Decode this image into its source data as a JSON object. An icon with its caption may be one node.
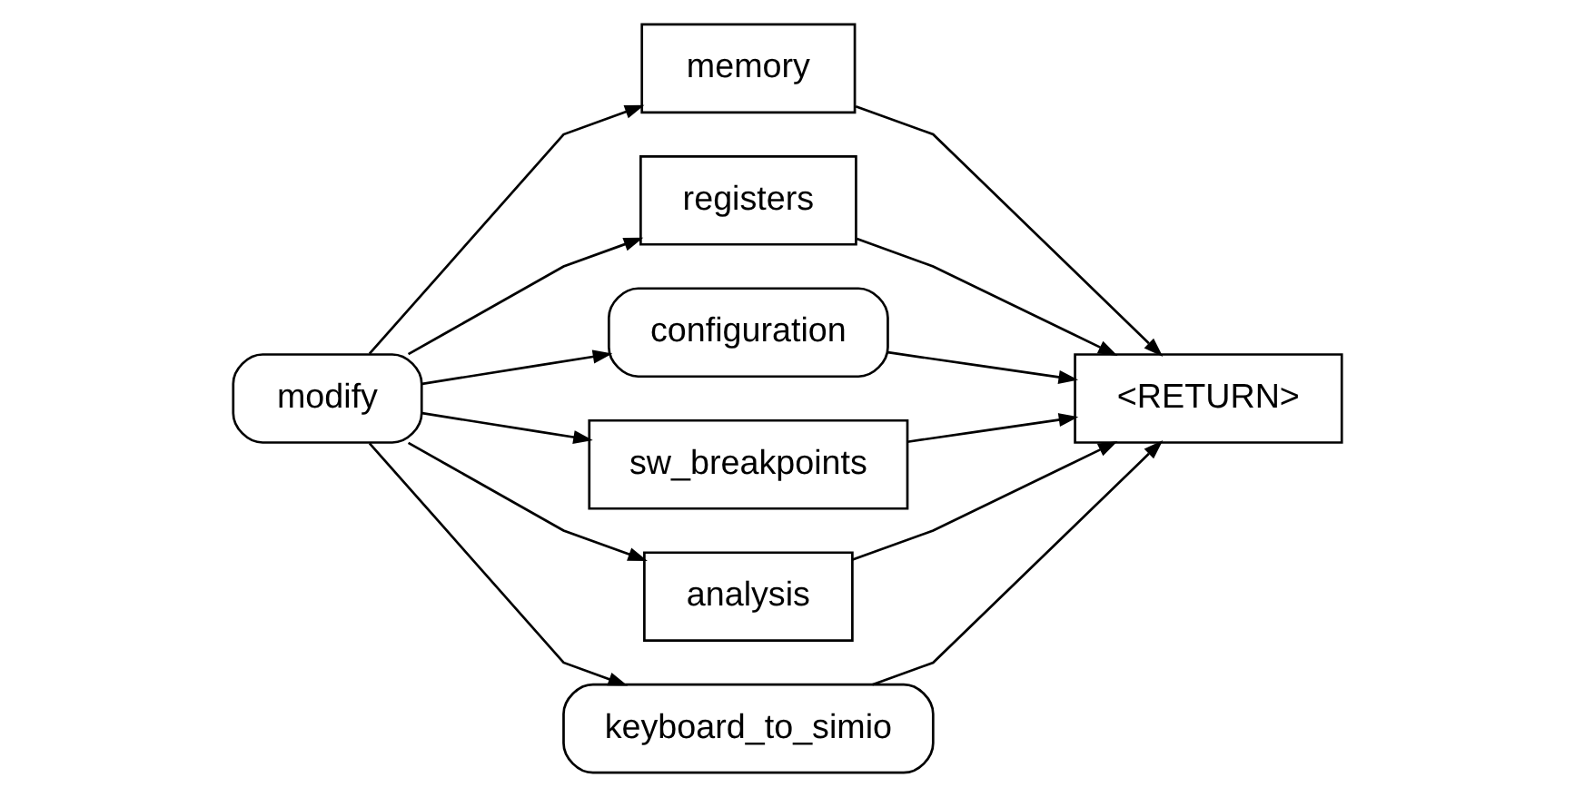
{
  "diagram": {
    "nodes": [
      {
        "text": [
          "modify"
        ]
      },
      {
        "text": [
          "memory"
        ]
      },
      {
        "text": [
          "registers"
        ]
      },
      {
        "text": [
          "configuration"
        ]
      },
      {
        "text": [
          "sw_breakpoints"
        ]
      },
      {
        "text": [
          "analysis"
        ]
      },
      {
        "text": [
          "keyboard_to_simio"
        ]
      },
      {
        "text": [
          "<RETURN>"
        ]
      }
    ],
    "edges": [
      {
        "from": 0,
        "to": 1,
        "arrow": "to"
      },
      {
        "from": 0,
        "to": 2,
        "arrow": "to"
      },
      {
        "from": 0,
        "to": 3,
        "arrow": "to"
      },
      {
        "from": 0,
        "to": 4,
        "arrow": "to"
      },
      {
        "from": 0,
        "to": 5,
        "arrow": "to"
      },
      {
        "from": 0,
        "to": 6,
        "arrow": "to"
      },
      {
        "from": 1,
        "to": 7,
        "arrow": "to"
      },
      {
        "from": 2,
        "to": 7,
        "arrow": "to"
      },
      {
        "from": 3,
        "to": 7,
        "arrow": "to"
      },
      {
        "from": 4,
        "to": 7,
        "arrow": "to"
      },
      {
        "from": 5,
        "to": 7,
        "arrow": "to"
      },
      {
        "from": 6,
        "to": 7,
        "arrow": "to"
      }
    ]
  }
}
